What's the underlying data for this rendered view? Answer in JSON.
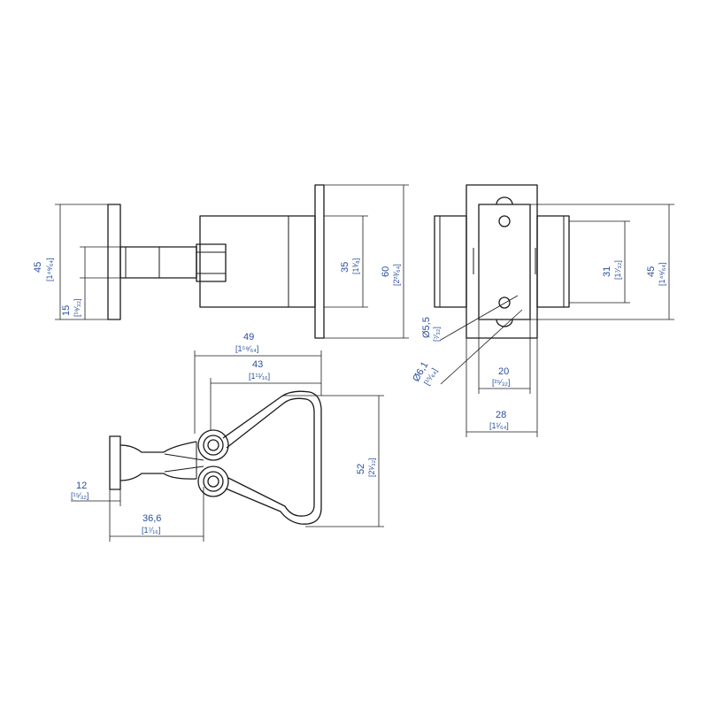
{
  "colors": {
    "line": "#1a1a1a",
    "dimension_text": "#2a4f9e",
    "background": "#ffffff"
  },
  "dimensions": {
    "d45_side": {
      "value": "45",
      "imperial": "[1⁴⁹⁄₆₄]"
    },
    "d15": {
      "value": "15",
      "imperial": "[¹⁹⁄₃₂]"
    },
    "d35": {
      "value": "35",
      "imperial": "[1³⁄₈]"
    },
    "d60": {
      "value": "60",
      "imperial": "[2²³⁄₆₄]"
    },
    "d31": {
      "value": "31",
      "imperial": "[1⁷⁄₃₂]"
    },
    "d45_end": {
      "value": "45",
      "imperial": "[1⁴⁹⁄₆₄]"
    },
    "d_dia55": {
      "value": "Ø5,5",
      "imperial": "[⁷⁄₃₂]"
    },
    "d_dia61": {
      "value": "Ø6,1",
      "imperial": "[¹⁵⁄₆₄]"
    },
    "d20": {
      "value": "20",
      "imperial": "[²⁵⁄₃₂]"
    },
    "d28": {
      "value": "28",
      "imperial": "[1¹⁄₆₄]"
    },
    "d49": {
      "value": "49",
      "imperial": "[1⁵⁹⁄₆₄]"
    },
    "d43": {
      "value": "43",
      "imperial": "[1¹¹⁄₁₆]"
    },
    "d52": {
      "value": "52",
      "imperial": "[2¹⁄₃₂]"
    },
    "d12": {
      "value": "12",
      "imperial": "[¹⁵⁄₃₂]"
    },
    "d366": {
      "value": "36,6",
      "imperial": "[1⁷⁄₁₆]"
    }
  }
}
